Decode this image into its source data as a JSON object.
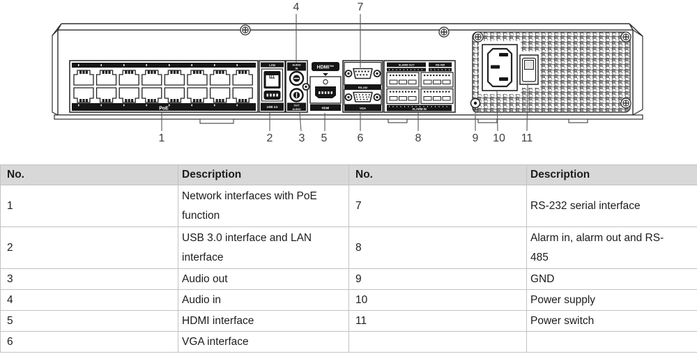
{
  "diagram": {
    "title": "NVR rear panel diagram",
    "top_callouts": [
      "4",
      "7"
    ],
    "bottom_callouts": [
      "1",
      "2",
      "3",
      "5",
      "6",
      "8",
      "9",
      "10",
      "11"
    ],
    "port_labels": {
      "poe": "PoE",
      "lan": "LAN",
      "usb": "USB 3.0",
      "audio_top": "AUDIO",
      "audio_in": "IN",
      "audio_out": "OUT",
      "audio_bottom": "AUDIO",
      "hdmi_logo": "HDMI™",
      "hdmi": "HDMI",
      "rs232": "RS-232",
      "vga": "VGA",
      "alarm_out": "ALARM OUT",
      "rs485": "RS-485",
      "alarm_in": "ALARM IN"
    }
  },
  "table": {
    "headers": [
      "No.",
      "Description",
      "No.",
      "Description"
    ],
    "rows": [
      {
        "no_left": "1",
        "desc_left": "Network interfaces with PoE function",
        "no_right": "7",
        "desc_right": "RS-232 serial interface"
      },
      {
        "no_left": "2",
        "desc_left": "USB 3.0 interface and LAN interface",
        "no_right": "8",
        "desc_right": "Alarm in, alarm out and RS-485"
      },
      {
        "no_left": "3",
        "desc_left": "Audio out",
        "no_right": "9",
        "desc_right": "GND"
      },
      {
        "no_left": "4",
        "desc_left": "Audio in",
        "no_right": "10",
        "desc_right": "Power supply"
      },
      {
        "no_left": "5",
        "desc_left": "HDMI interface",
        "no_right": "11",
        "desc_right": "Power switch"
      },
      {
        "no_left": "6",
        "desc_left": "VGA interface",
        "no_right": "",
        "desc_right": ""
      }
    ]
  },
  "colors": {
    "line": "#2e2e2e",
    "dark_fill": "#161616",
    "header_bg": "#d8d8d8",
    "table_border": "#c2c2c2",
    "callout_text": "#3e3e3e"
  }
}
